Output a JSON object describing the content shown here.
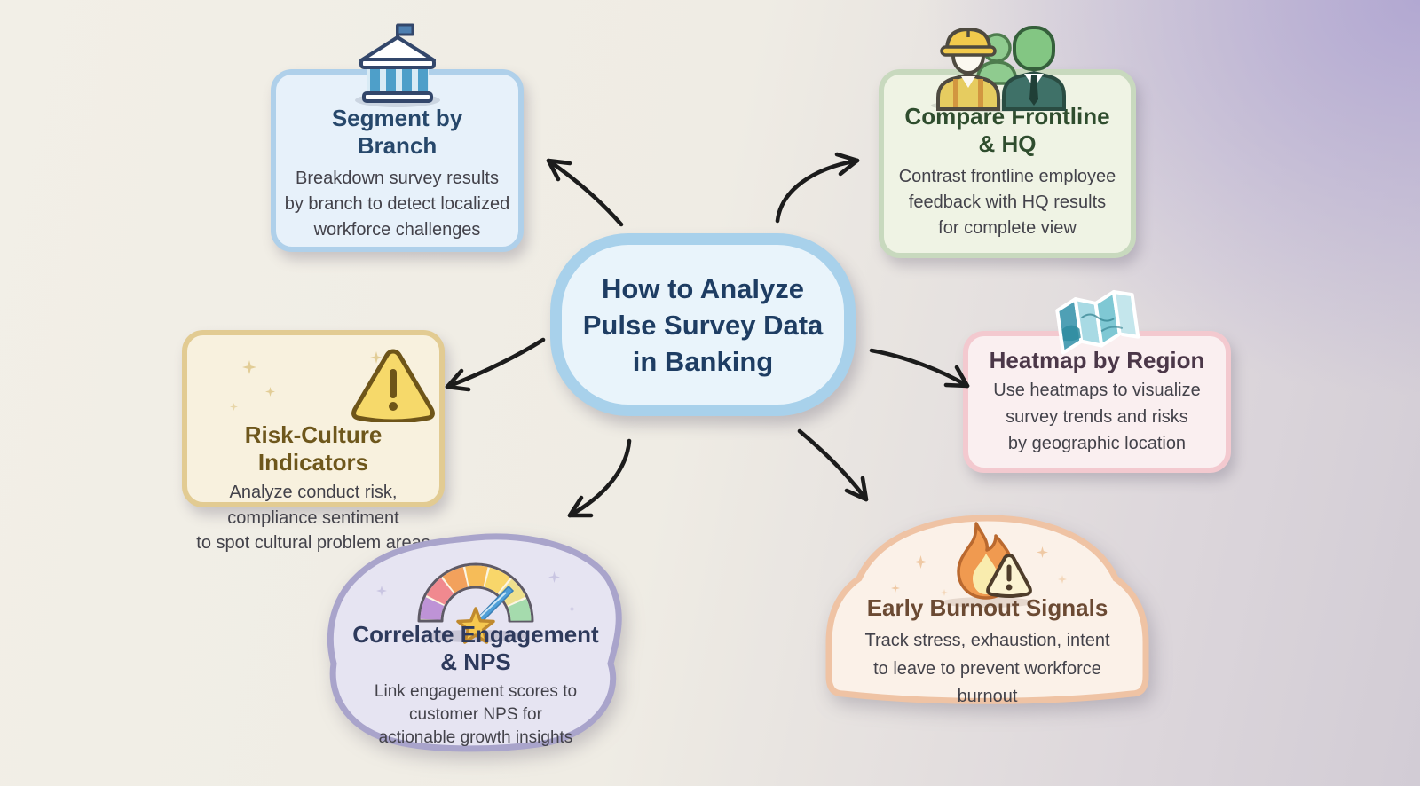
{
  "diagram": {
    "center_node": {
      "title_lines": [
        "How to Analyze",
        "Pulse Survey Data",
        "in Banking"
      ]
    },
    "cards": {
      "segment_branch": {
        "icon": "bank-icon",
        "title_lines": [
          "Segment by",
          "Branch"
        ],
        "body_lines": [
          "Breakdown survey results",
          "by branch to detect localized",
          "workforce challenges"
        ]
      },
      "compare_frontline": {
        "icon": "workers-icon",
        "title_lines": [
          "Compare Frontline",
          "& HQ"
        ],
        "body_lines": [
          "Contrast frontline employee",
          "feedback with HQ results",
          "for complete view"
        ]
      },
      "risk_culture": {
        "icon": "warning-triangle-icon",
        "title_lines": [
          "Risk-Culture Indicators"
        ],
        "body_lines": [
          "Analyze conduct risk,",
          "compliance sentiment",
          "to spot cultural problem areas"
        ]
      },
      "heatmap_region": {
        "icon": "map-icon",
        "title_lines": [
          "Heatmap by Region"
        ],
        "body_lines": [
          "Use heatmaps to visualize",
          "survey trends and risks",
          "by geographic location"
        ]
      },
      "correlate_nps": {
        "icon": "gauge-icon",
        "title_lines": [
          "Correlate Engagement",
          "& NPS"
        ],
        "body_lines": [
          "Link engagement scores to",
          "customer NPS for",
          "actionable growth insights"
        ]
      },
      "early_burnout": {
        "icon": "flame-warning-icon",
        "title_lines": [
          "Early Burnout Signals"
        ],
        "body_lines": [
          "Track stress, exhaustion, intent",
          "to leave to prevent workforce",
          "burnout"
        ]
      }
    },
    "colors": {
      "background_left": "#F2EFE7",
      "background_top_right": "#B2A8D2",
      "background_bottom_right": "#D2CCD5",
      "arrow": "#1C1C1C",
      "body_text": "#43424A",
      "center": {
        "fill": "#E9F4FB",
        "border": "#A8D1EB",
        "title": "#1E3D63"
      },
      "segment_branch": {
        "fill": "#E7F1FA",
        "border": "#AFD0EA",
        "title": "#27486B"
      },
      "compare_frontline": {
        "fill": "#EFF3E4",
        "border": "#C8D9BE",
        "title": "#2F4D2E"
      },
      "risk_culture": {
        "fill": "#F8F1DE",
        "border": "#E2CB92",
        "title": "#6E571C"
      },
      "heatmap_region": {
        "fill": "#FAEFF0",
        "border": "#F3C9CF",
        "title": "#4B3748"
      },
      "correlate_nps": {
        "fill": "#E6E4F2",
        "border": "#A9A4CB",
        "title": "#2E3A5C"
      },
      "early_burnout": {
        "fill": "#FBF1E8",
        "border": "#EFC3A4",
        "title": "#6B4A33"
      }
    }
  }
}
